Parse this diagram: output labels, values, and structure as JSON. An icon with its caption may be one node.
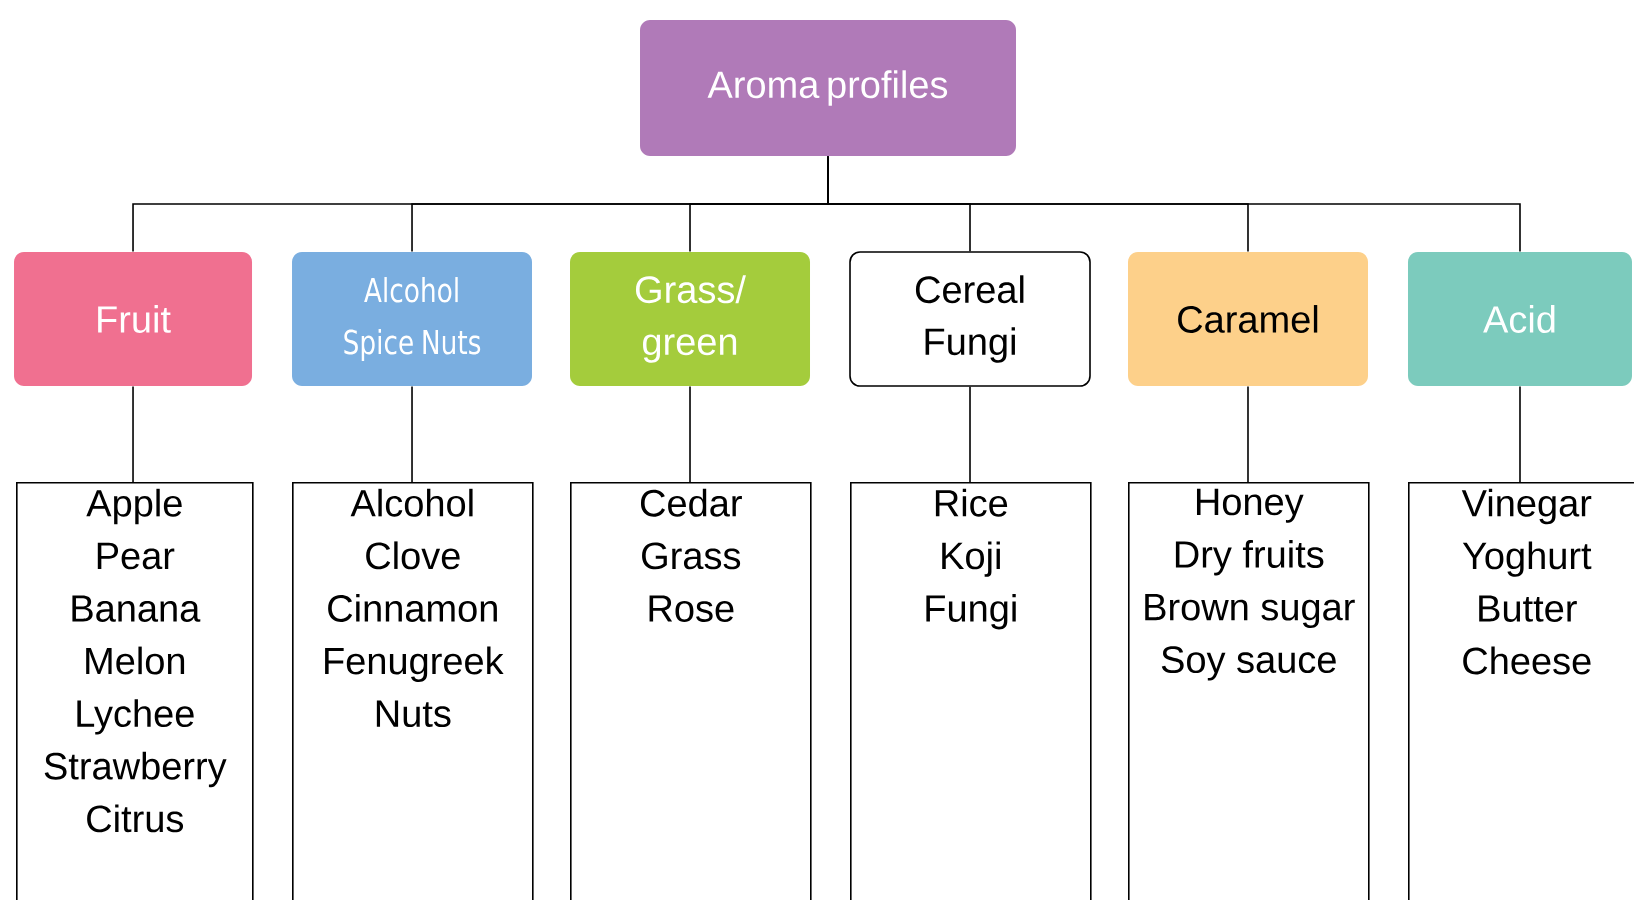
{
  "diagram": {
    "nodes": [
      {
        "text": [
          "Aroma profiles"
        ]
      },
      {
        "text": [
          "Fruit"
        ]
      },
      {
        "text": [
          "Alcohol Spice Nuts"
        ]
      },
      {
        "text": [
          "Grass/ green"
        ]
      },
      {
        "text": [
          "Cereal Fungi"
        ]
      },
      {
        "text": [
          "Caramel"
        ]
      },
      {
        "text": [
          "Acid"
        ]
      },
      {
        "text": [
          "Apple",
          "Pear",
          "Banana",
          "Melon",
          "Lychee",
          "Strawberry",
          "Citrus"
        ]
      },
      {
        "text": [
          "Alcohol",
          "Clove",
          "Cinnamon",
          "Fenugreek",
          "Nuts"
        ]
      },
      {
        "text": [
          "Cedar",
          "Grass",
          "Rose"
        ]
      },
      {
        "text": [
          "Rice",
          "Koji",
          "Fungi"
        ]
      },
      {
        "text": [
          "Honey",
          "Dry fruits",
          "Brown sugar",
          "Soy sauce"
        ]
      },
      {
        "text": [
          "Vinegar",
          "Yoghurt",
          "Butter",
          "Cheese"
        ]
      }
    ],
    "edges": [
      {
        "from": 0,
        "to": 1,
        "arrow": "none"
      },
      {
        "from": 0,
        "to": 2,
        "arrow": "none"
      },
      {
        "from": 0,
        "to": 3,
        "arrow": "none"
      },
      {
        "from": 0,
        "to": 4,
        "arrow": "none"
      },
      {
        "from": 0,
        "to": 5,
        "arrow": "none"
      },
      {
        "from": 0,
        "to": 6,
        "arrow": "none"
      },
      {
        "from": 1,
        "to": 7,
        "arrow": "none"
      },
      {
        "from": 2,
        "to": 8,
        "arrow": "none"
      },
      {
        "from": 3,
        "to": 9,
        "arrow": "none"
      },
      {
        "from": 4,
        "to": 10,
        "arrow": "none"
      },
      {
        "from": 5,
        "to": 11,
        "arrow": "none"
      },
      {
        "from": 6,
        "to": 12,
        "arrow": "none"
      }
    ]
  }
}
